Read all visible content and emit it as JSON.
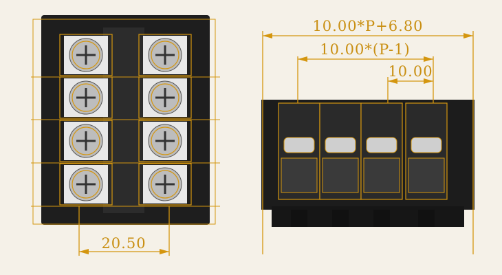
{
  "dimensions": {
    "total_width": "10.00*P+6.80",
    "pitch_span": "10.00*(P-1)",
    "pitch": "10.00",
    "depth": "20.50"
  },
  "colors": {
    "background": "#f5f1e8",
    "dimension": "#d4960f",
    "body": "#1c1c1c",
    "metal": "#c9c9c9"
  },
  "views": {
    "top_view_rows": 4,
    "top_view_columns": 2,
    "front_view_poles": 4
  }
}
